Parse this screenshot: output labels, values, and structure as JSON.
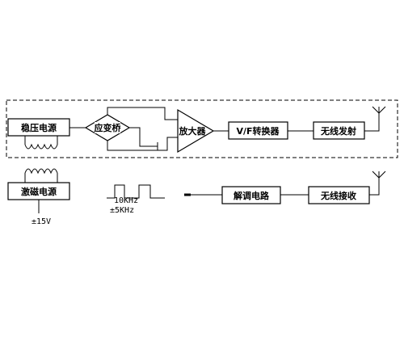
{
  "blocks": {
    "regulated_power": "稳压电源",
    "strain_bridge": "应变桥",
    "amplifier": "放大器",
    "vf_converter": "V/F转换器",
    "wireless_tx": "无线发射",
    "excitation_power": "激磁电源",
    "demodulator": "解调电路",
    "wireless_rx": "无线接收"
  },
  "labels": {
    "supply_voltage": "±15V",
    "freq_center": "10KHz",
    "freq_deviation": "±5KHz"
  }
}
